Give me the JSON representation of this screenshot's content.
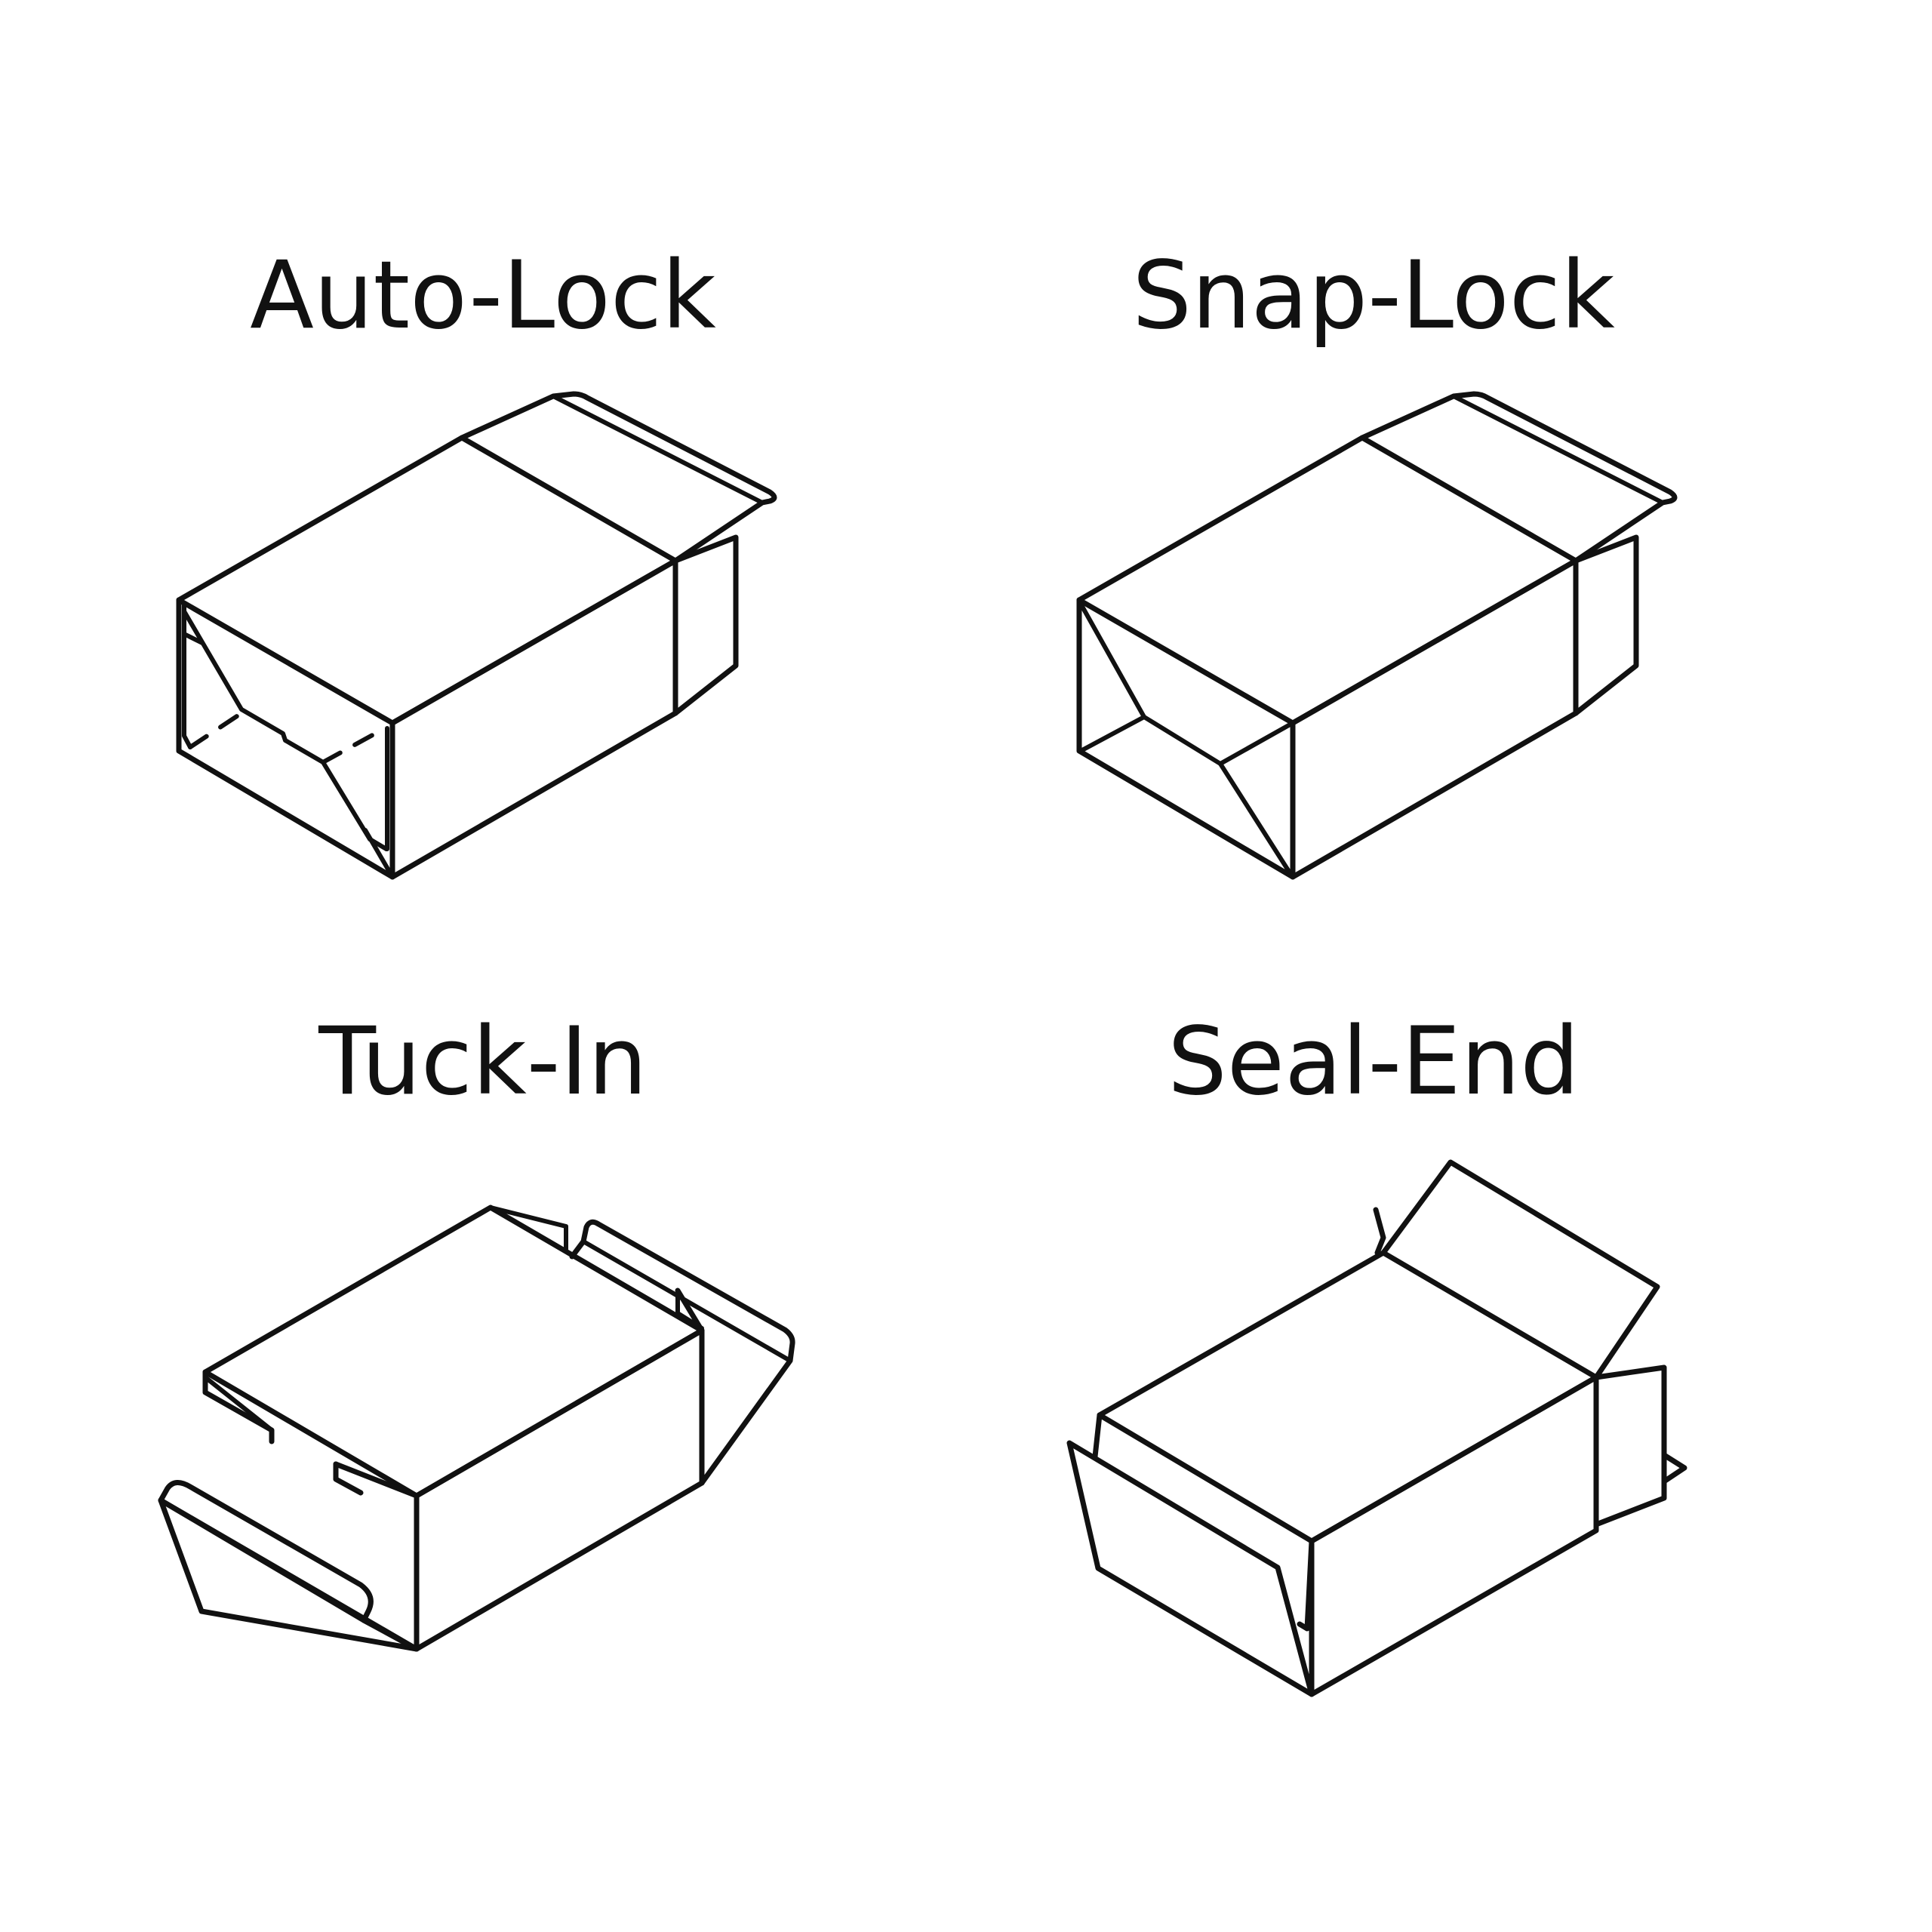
{
  "panels": [
    {
      "id": "auto-lock",
      "title": "Auto-Lock",
      "icon": "auto-lock-box-icon"
    },
    {
      "id": "snap-lock",
      "title": "Snap-Lock",
      "icon": "snap-lock-box-icon"
    },
    {
      "id": "tuck-in",
      "title": "Tuck-In",
      "icon": "tuck-in-box-icon"
    },
    {
      "id": "seal-end",
      "title": "Seal-End",
      "icon": "seal-end-box-icon"
    }
  ],
  "colors": {
    "line": "#111111",
    "background": "#ffffff"
  }
}
